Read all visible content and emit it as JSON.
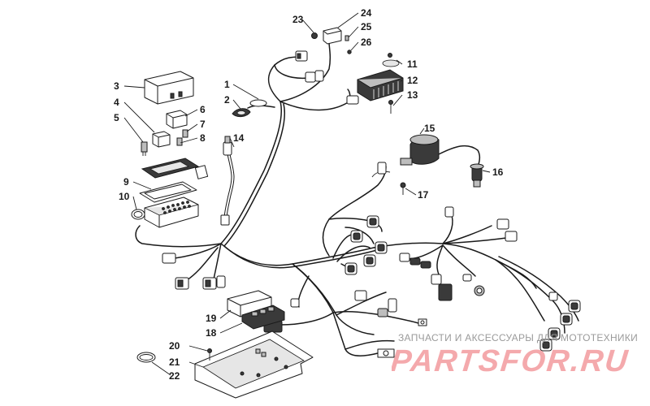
{
  "callouts": [
    "1",
    "2",
    "3",
    "4",
    "5",
    "6",
    "7",
    "8",
    "9",
    "10",
    "11",
    "12",
    "13",
    "14",
    "15",
    "16",
    "17",
    "18",
    "19",
    "20",
    "21",
    "22",
    "23",
    "24",
    "25",
    "26"
  ],
  "watermark": {
    "text": "ЗАПЧАСТИ И АКСЕССУАРЫ ДЛЯ МОТОТЕХНИКИ",
    "logo": "PARTSFOR.RU",
    "logo_color": "#f4a9ac",
    "text_color": "#9a9a9a"
  }
}
